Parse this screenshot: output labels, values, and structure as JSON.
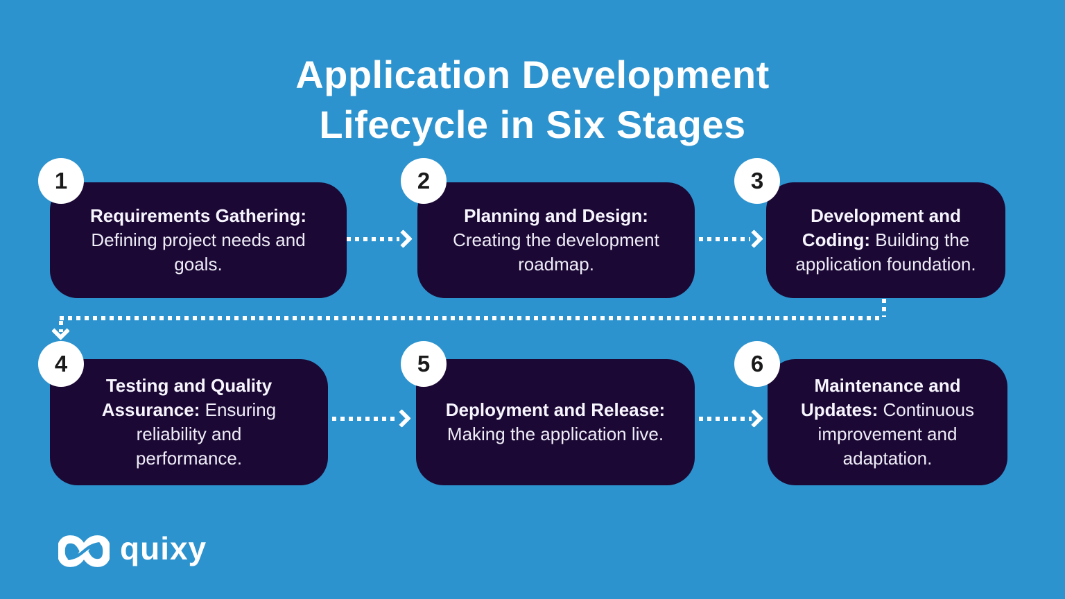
{
  "title": {
    "line1": "Application Development",
    "line2": "Lifecycle in Six Stages"
  },
  "stages": [
    {
      "number": "1",
      "label": "Requirements Gathering:",
      "description": "Defining project needs and goals."
    },
    {
      "number": "2",
      "label": "Planning and Design:",
      "description": "Creating the development roadmap."
    },
    {
      "number": "3",
      "label": "Development and Coding:",
      "description": "Building the application foundation."
    },
    {
      "number": "4",
      "label": "Testing and Quality Assurance:",
      "description": "Ensuring reliability and performance."
    },
    {
      "number": "5",
      "label": "Deployment and Release:",
      "description": "Making the application live."
    },
    {
      "number": "6",
      "label": "Maintenance and Updates:",
      "description": "Continuous improvement and adaptation."
    }
  ],
  "logo": {
    "wordmark": "quixy",
    "icon": "infinity-icon"
  },
  "colors": {
    "background": "#2D93CE",
    "stage_box": "#1B0834",
    "box_text": "#EFEDF8",
    "title_text": "#FFFFFF",
    "badge_background": "#FFFFFF",
    "badge_number": "#1A1A1A",
    "connector": "#FFFFFF"
  }
}
